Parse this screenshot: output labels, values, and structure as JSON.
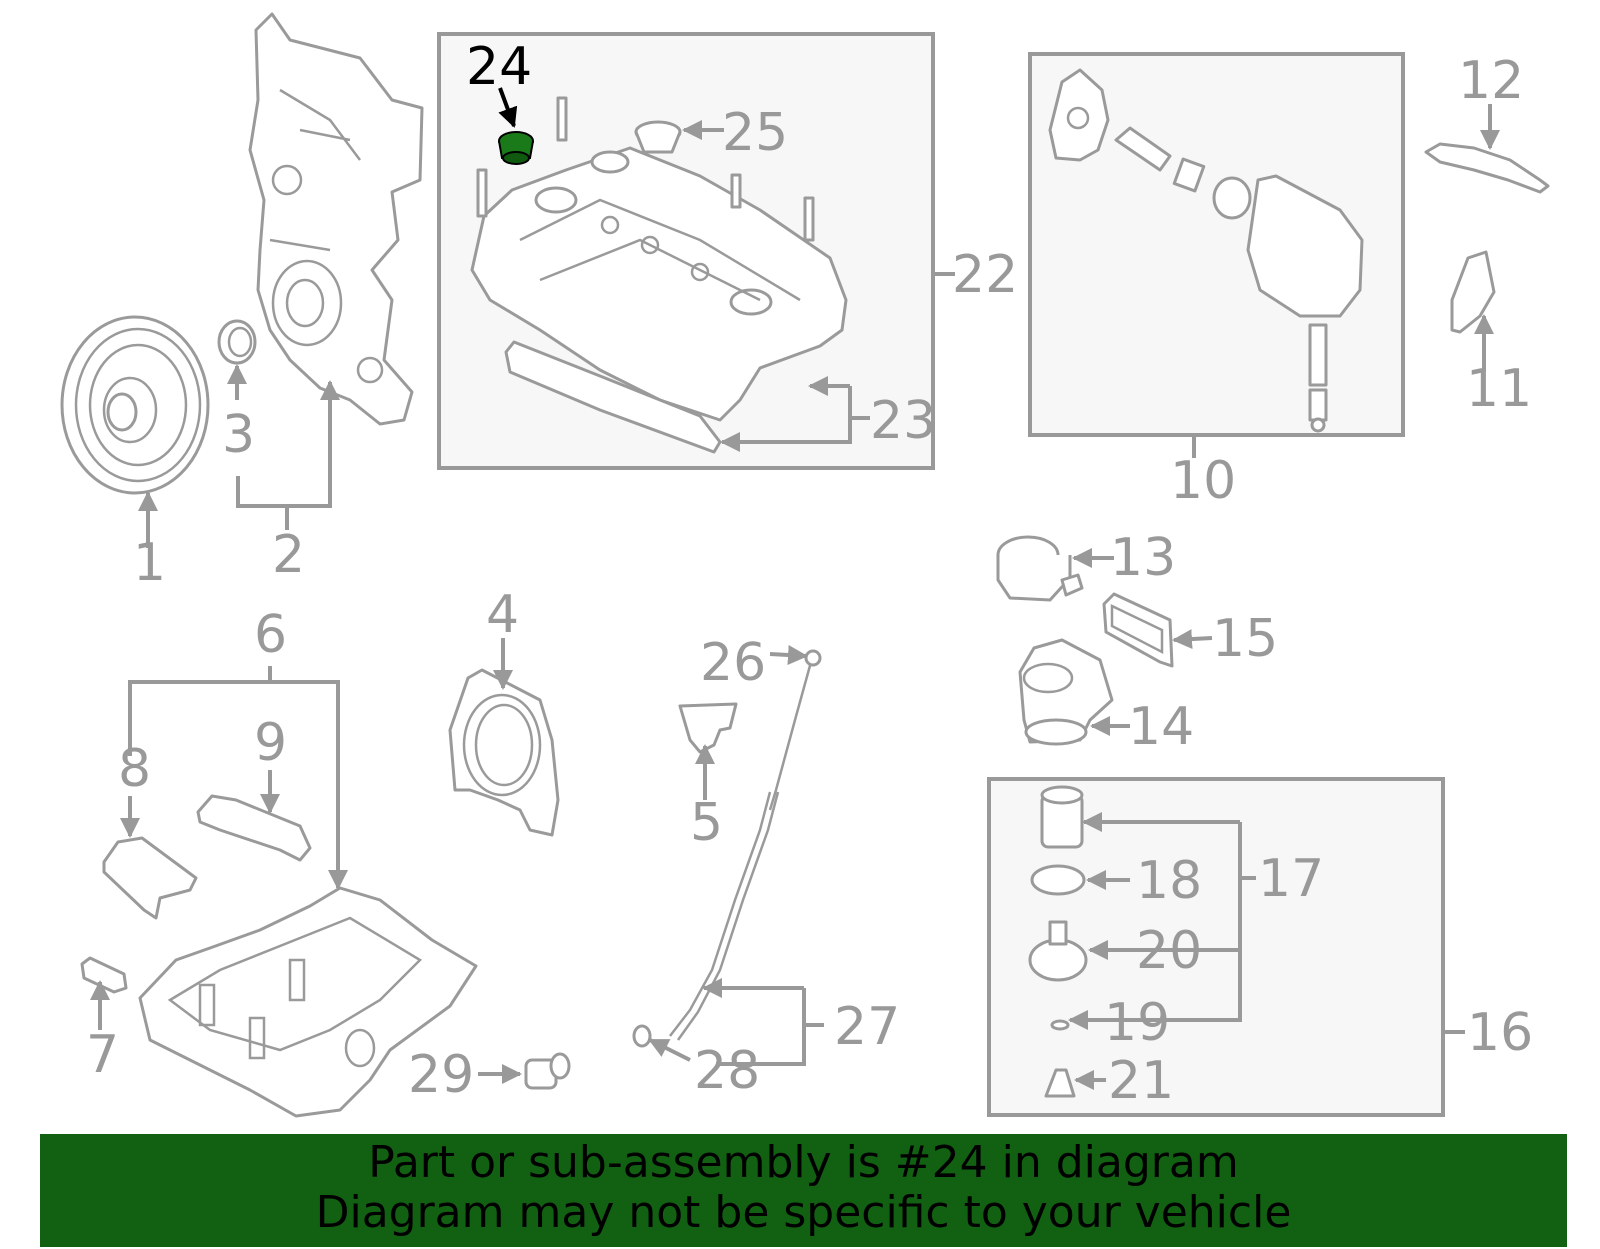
{
  "callouts": [
    "1",
    "2",
    "3",
    "4",
    "5",
    "6",
    "7",
    "8",
    "9",
    "10",
    "11",
    "12",
    "13",
    "14",
    "15",
    "16",
    "17",
    "18",
    "19",
    "20",
    "21",
    "22",
    "23",
    "24",
    "25",
    "26",
    "27",
    "28",
    "29"
  ],
  "highlight": {
    "callout": "24",
    "color": "#1a7a1a"
  },
  "banner": {
    "line1": "Part or sub-assembly is #24 in diagram",
    "line2": "Diagram may not be specific to your vehicle",
    "background": "#126012"
  }
}
